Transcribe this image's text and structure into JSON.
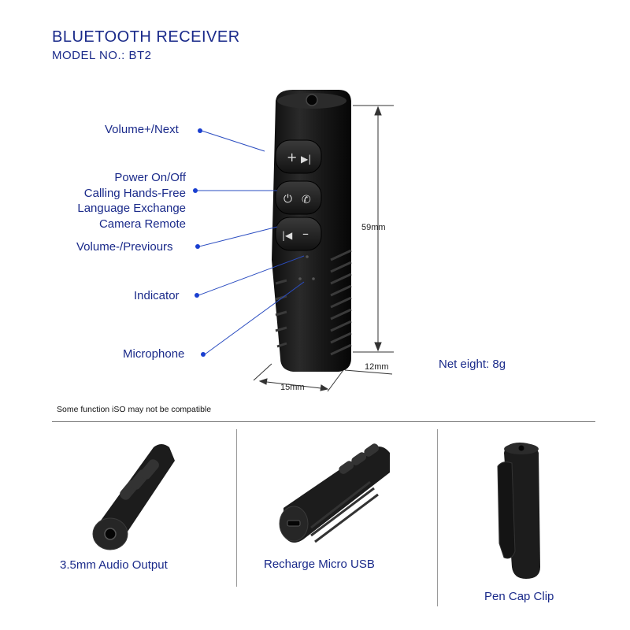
{
  "header": {
    "title": "BLUETOOTH RECEIVER",
    "model": "MODEL NO.: BT2"
  },
  "callouts": {
    "volume_up": "Volume+/Next",
    "power_line1": "Power On/Off",
    "power_line2": "Calling Hands-Free",
    "power_line3": "Language Exchange",
    "power_line4": "Camera Remote",
    "volume_down": "Volume-/Previours",
    "indicator": "Indicator",
    "microphone": "Microphone"
  },
  "dimensions": {
    "height": "59mm",
    "width": "15mm",
    "depth": "12mm"
  },
  "net_weight": "Net eight:  8g",
  "compat_note": "Some function iSO may not be compatible",
  "features": [
    {
      "caption": "3.5mm Audio Output"
    },
    {
      "caption": "Recharge Micro USB"
    },
    {
      "caption": "Pen Cap Clip"
    }
  ],
  "colors": {
    "text": "#1a2a8a",
    "callout_line": "#2a4cc0",
    "device": "#1c1c1c"
  }
}
